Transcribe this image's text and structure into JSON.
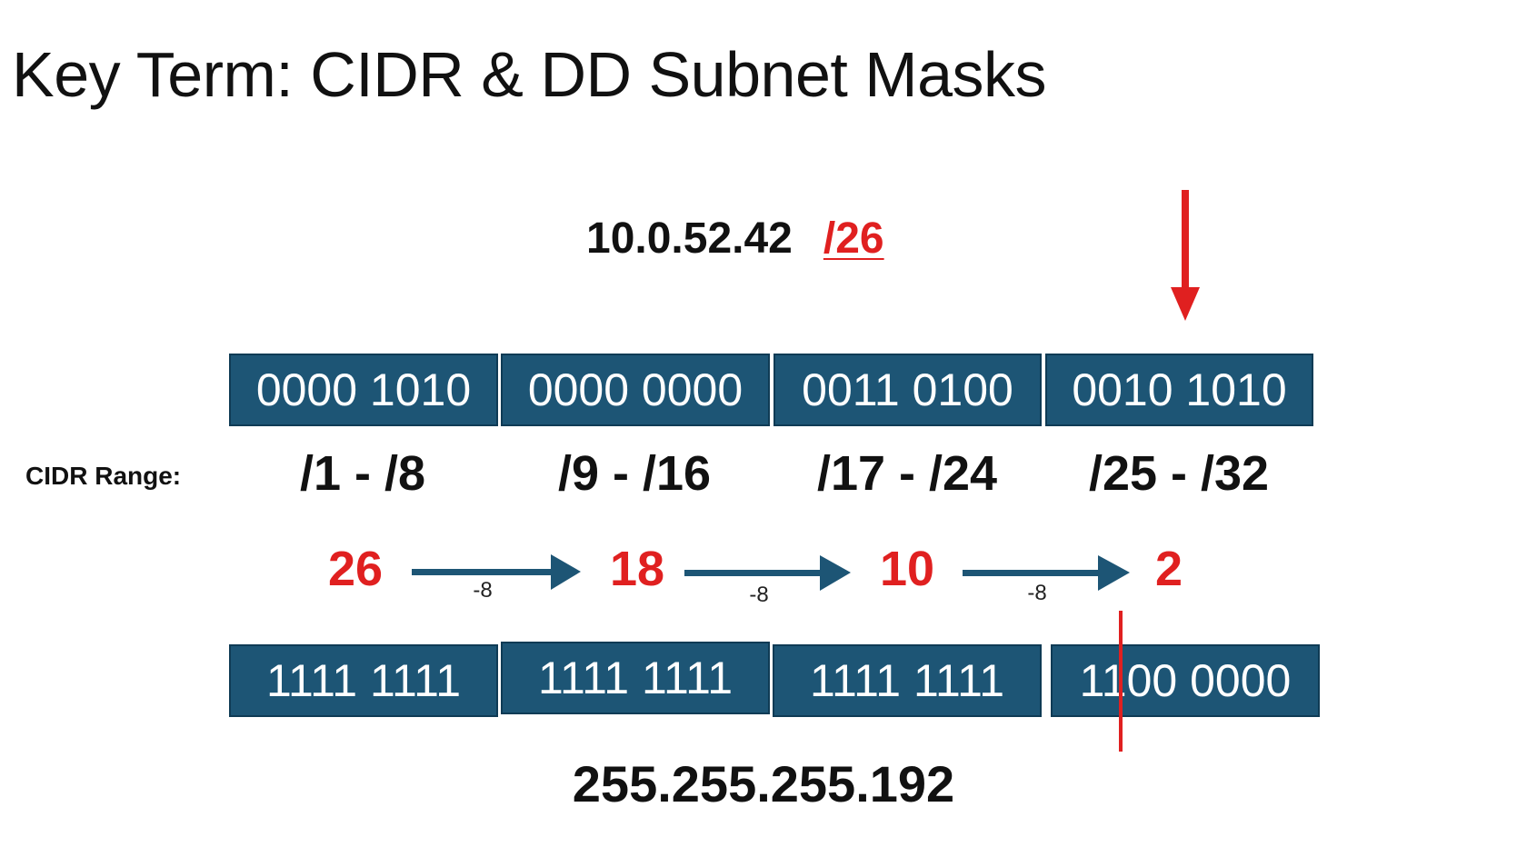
{
  "title": "Key Term: CIDR & DD Subnet Masks",
  "ip": {
    "address": "10.0.52.42",
    "prefix": "/26"
  },
  "ip_octets_binary": [
    "0000 1010",
    "0000 0000",
    "0011 0100",
    "0010 1010"
  ],
  "cidr_range_label": "CIDR Range:",
  "cidr_ranges": [
    "/1 - /8",
    "/9 - /16",
    "/17 - /24",
    "/25 - /32"
  ],
  "countdown": {
    "values": [
      "26",
      "18",
      "10",
      "2"
    ],
    "step_label": "-8"
  },
  "mask_octets_binary": [
    "1111 1111",
    "1111 1111",
    "1111 1111",
    "1100 0000"
  ],
  "subnet_mask_dd": "255.255.255.192",
  "colors": {
    "box_fill": "#1d5575",
    "box_border": "#0f3b55",
    "highlight_red": "#e02020",
    "arrow_blue": "#1d5575"
  },
  "icons": [
    "down-arrow-icon",
    "right-arrow-icon",
    "boundary-line-marker"
  ]
}
